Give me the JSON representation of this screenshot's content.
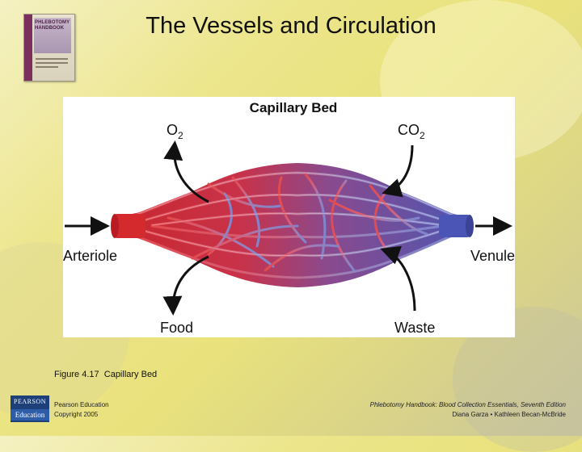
{
  "slide": {
    "title": "The Vessels and Circulation",
    "caption": "Figure 4.17  Capillary Bed"
  },
  "book_cover": {
    "title_line1": "PHLEBOTOMY",
    "title_line2": "HANDBOOK"
  },
  "diagram": {
    "title": "Capillary Bed",
    "labels": {
      "o2": "O",
      "o2_sub": "2",
      "co2": "CO",
      "co2_sub": "2",
      "arteriole": "Arteriole",
      "venule": "Venule",
      "food": "Food",
      "waste": "Waste"
    },
    "colors": {
      "arterial": "#c8282e",
      "venous": "#4e56b0"
    }
  },
  "footer": {
    "publisher_logo_top": "PEARSON",
    "publisher_logo_bottom": "Education",
    "publisher": "Pearson Education",
    "copyright": "Copyright 2005",
    "book_title": "Phlebotomy Handbook: Blood Collection Essentials, Seventh Edition",
    "authors": "Diana Garza • Kathleen Becan-McBride"
  }
}
